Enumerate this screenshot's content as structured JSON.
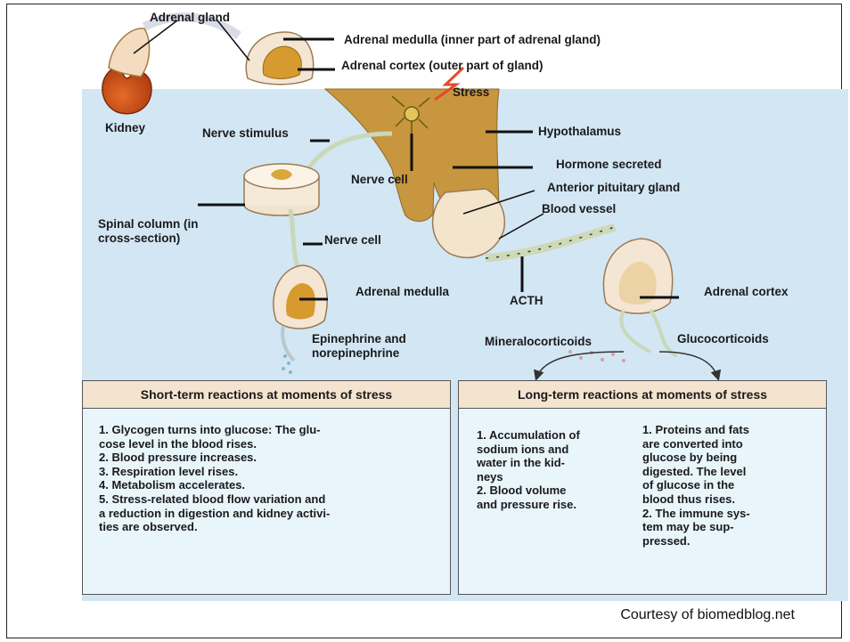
{
  "labels": {
    "adrenal_gland": "Adrenal gland",
    "adrenal_medulla_top": "Adrenal medulla (inner part of adrenal gland)",
    "adrenal_cortex_top": "Adrenal cortex (outer part of gland)",
    "stress": "Stress",
    "kidney": "Kidney",
    "nerve_stimulus": "Nerve stimulus",
    "hypothalamus": "Hypothalamus",
    "hormone_secreted": "Hormone secreted",
    "nerve_cell_top": "Nerve cell",
    "anterior_pituitary": "Anterior pituitary gland",
    "blood_vessel": "Blood vessel",
    "spinal_column_1": "Spinal column (in",
    "spinal_column_2": "cross-section)",
    "nerve_cell_mid": "Nerve cell",
    "adrenal_medulla_mid": "Adrenal medulla",
    "acth": "ACTH",
    "adrenal_cortex_right": "Adrenal cortex",
    "epinephrine_1": "Epinephrine and",
    "epinephrine_2": "norepinephrine",
    "mineralocorticoids": "Mineralocorticoids",
    "glucocorticoids": "Glucocorticoids"
  },
  "short_term": {
    "title": "Short-term reactions at moments of stress",
    "lines": [
      "1. Glycogen turns into glucose: The glu-",
      "cose level in the blood rises.",
      "2. Blood pressure increases.",
      "3. Respiration level rises.",
      "4. Metabolism accelerates.",
      "5. Stress-related blood flow variation and",
      "a reduction in digestion and kidney activi-",
      "ties are observed."
    ]
  },
  "long_term": {
    "title": "Long-term reactions at moments of stress",
    "left_lines": [
      "1. Accumulation of",
      "sodium ions and",
      "water in the kid-",
      "neys",
      "2. Blood volume",
      "and pressure rise."
    ],
    "right_lines": [
      "1. Proteins and fats",
      "are converted into",
      "glucose by being",
      "digested. The level",
      "of glucose in the",
      "blood thus rises.",
      "2. The immune sys-",
      "tem may be sup-",
      "pressed."
    ]
  },
  "credit": "Courtesy of biomedblog.net",
  "colors": {
    "background_panel": "#d3e6f3",
    "hypothalamus_tan": "#c8963e",
    "kidney_orange": "#d4541c",
    "adrenal_gold": "#d8a032",
    "box_header": "#f4e4cf",
    "box_body": "#e8f5fb"
  }
}
